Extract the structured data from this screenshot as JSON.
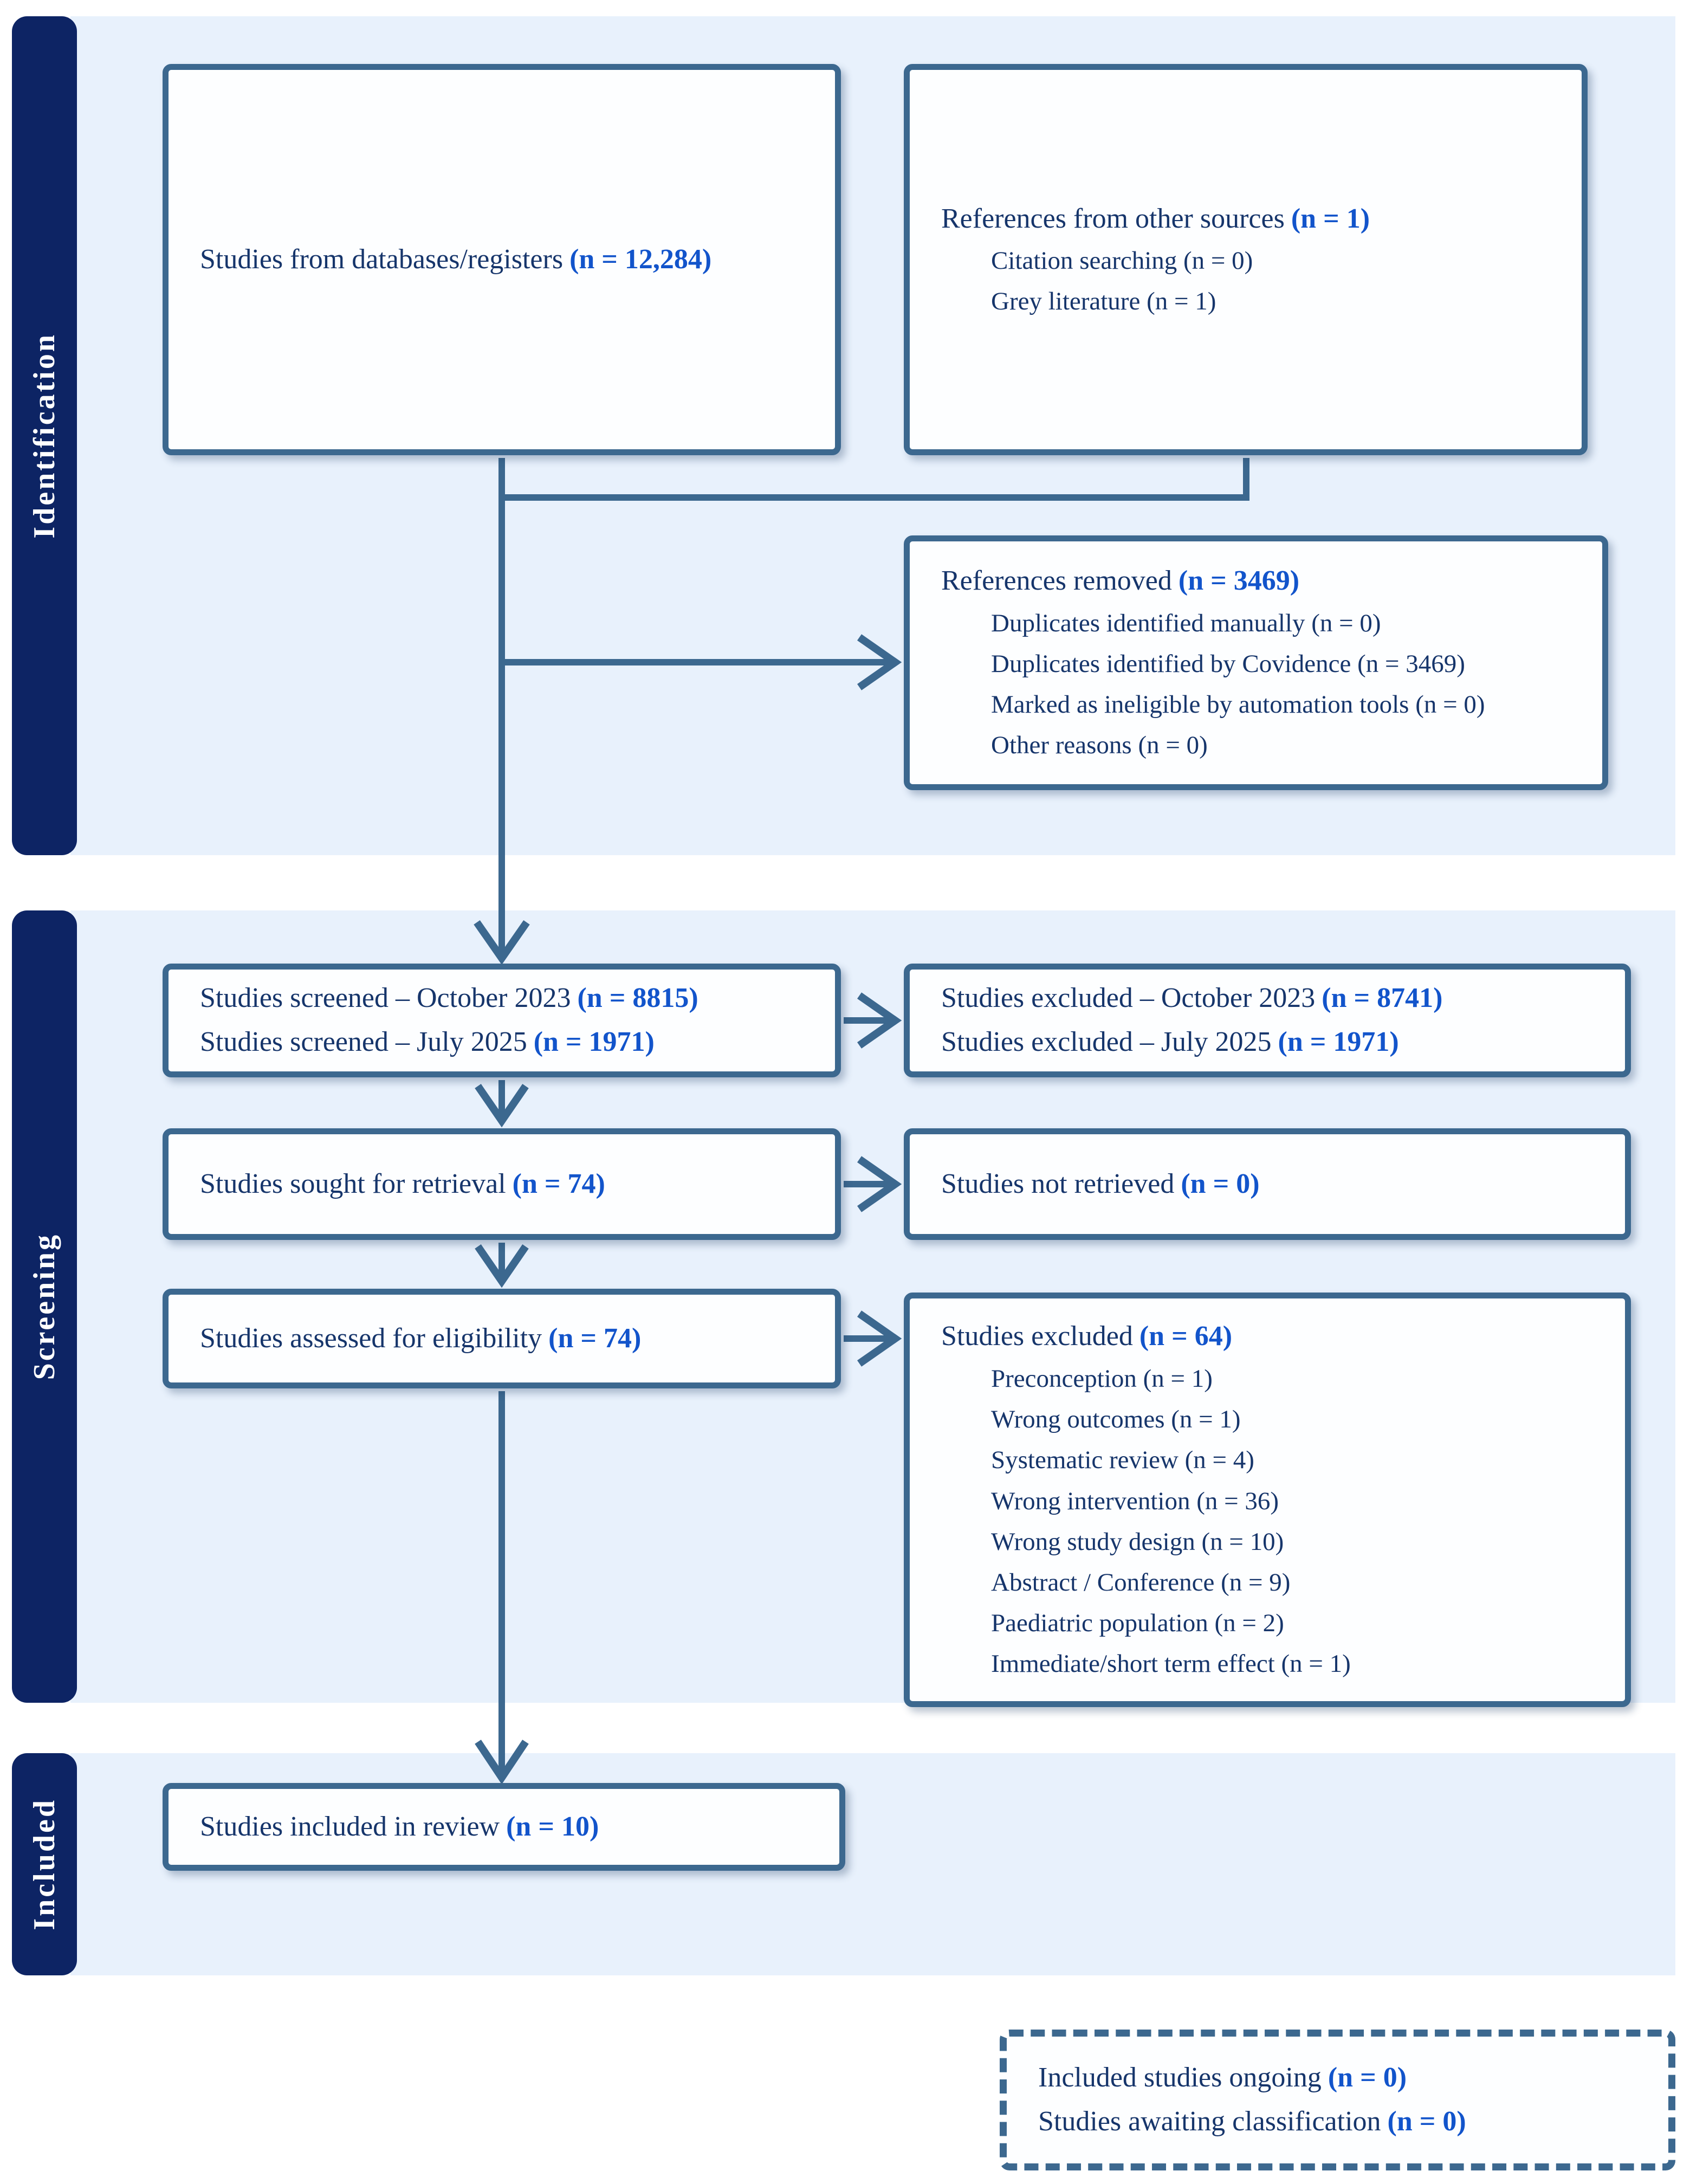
{
  "colors": {
    "navy_bar": "#0d2464",
    "band_bg": "#e8f1fc",
    "box_border": "#3c688f",
    "box_bg": "#fdfeff",
    "text": "#16356b",
    "accent": "#1254cb",
    "page_bg": "#ffffff"
  },
  "sidebar": {
    "identification": "Identification",
    "screening": "Screening",
    "included": "Included"
  },
  "boxes": {
    "databases": {
      "text": "Studies from databases/registers",
      "n": "(n = 12,284)"
    },
    "other_sources": {
      "title": "References from other sources",
      "n": "(n = 1)",
      "items": [
        "Citation searching (n = 0)",
        "Grey literature (n = 1)"
      ]
    },
    "removed": {
      "title": "References removed",
      "n": "(n = 3469)",
      "items": [
        "Duplicates identified manually (n = 0)",
        "Duplicates identified by Covidence (n = 3469)",
        "Marked as ineligible by automation tools (n = 0)",
        "Other reasons (n = 0)"
      ]
    },
    "screened": {
      "lines": [
        {
          "text": "Studies screened – October 2023",
          "n": "(n = 8815)"
        },
        {
          "text": "Studies screened – July 2025",
          "n": "(n = 1971)"
        }
      ]
    },
    "excluded_screen": {
      "lines": [
        {
          "text": "Studies excluded – October 2023",
          "n": "(n = 8741)"
        },
        {
          "text": "Studies excluded – July 2025",
          "n": "(n = 1971)"
        }
      ]
    },
    "sought": {
      "text": "Studies sought for retrieval",
      "n": "(n = 74)"
    },
    "not_retrieved": {
      "text": "Studies not retrieved",
      "n": "(n = 0)"
    },
    "assessed": {
      "text": "Studies assessed for eligibility",
      "n": "(n = 74)"
    },
    "excluded_elig": {
      "title": "Studies excluded",
      "n": "(n = 64)",
      "items": [
        "Preconception (n = 1)",
        "Wrong outcomes (n = 1)",
        "Systematic review (n = 4)",
        "Wrong intervention (n = 36)",
        "Wrong study design (n = 10)",
        "Abstract / Conference (n = 9)",
        "Paediatric population (n = 2)",
        "Immediate/short term effect (n = 1)"
      ]
    },
    "included_review": {
      "text": "Studies included in review",
      "n": "(n = 10)"
    },
    "ongoing": {
      "lines": [
        {
          "text": "Included studies ongoing",
          "n": "(n = 0)"
        },
        {
          "text": "Studies awaiting classification",
          "n": "(n = 0)"
        }
      ]
    }
  }
}
